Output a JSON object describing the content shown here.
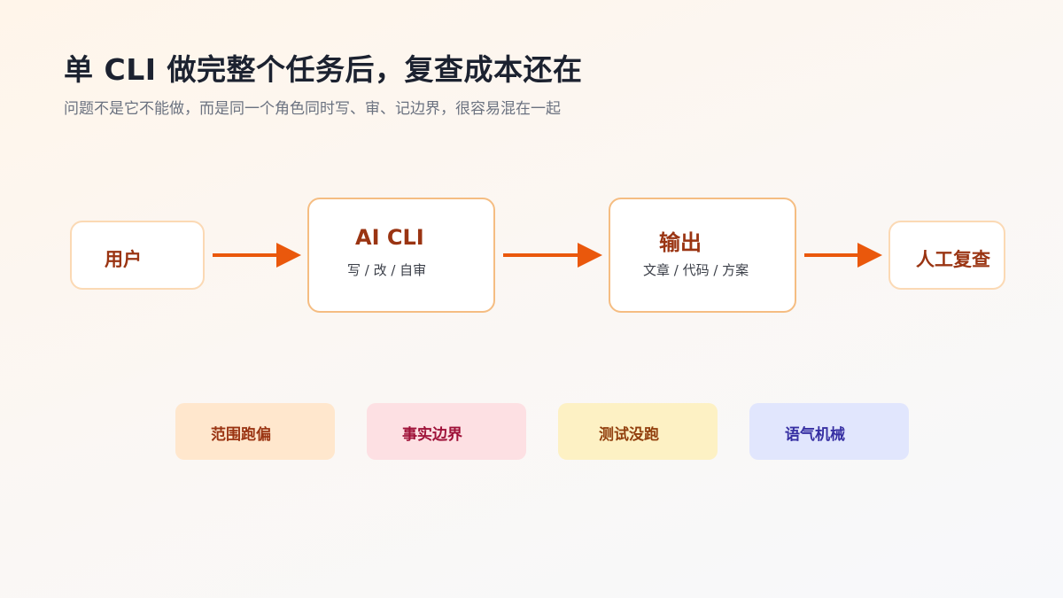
{
  "slide": {
    "title": "单 CLI 做完整个任务后，复查成本还在",
    "subtitle": "问题不是它不能做，而是同一个角色同时写、审、记边界，很容易混在一起"
  },
  "flow": {
    "user": {
      "label": "用户"
    },
    "ai_cli": {
      "label": "AI CLI",
      "sub": "写 / 改 / 自审"
    },
    "output": {
      "label": "输出",
      "sub": "文章 / 代码 / 方案"
    },
    "review": {
      "label": "人工复查"
    }
  },
  "issues": [
    {
      "label": "范围跑偏",
      "color": "#ffe7cd"
    },
    {
      "label": "事实边界",
      "color": "#fde0e3"
    },
    {
      "label": "测试没跑",
      "color": "#fdf1c4"
    },
    {
      "label": "语气机械",
      "color": "#e1e6fd"
    }
  ],
  "colors": {
    "arrow": "#ea580c",
    "node_text": "#9a3412"
  }
}
